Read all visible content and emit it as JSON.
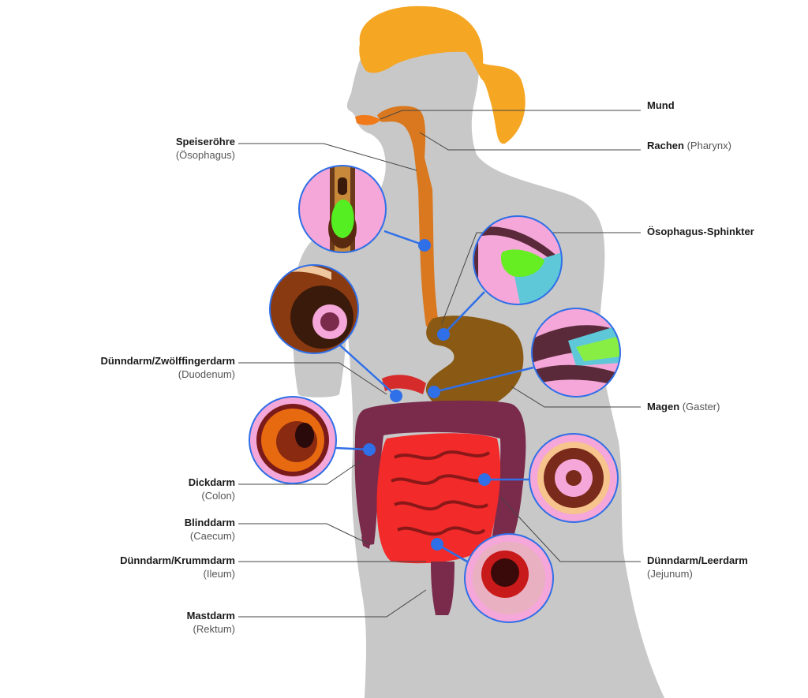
{
  "colors": {
    "body": "#c8c8c8",
    "hair": "#f5a623",
    "esophagus": "#d9781f",
    "stomach": "#8a5a14",
    "colon": "#7a2a4a",
    "small_intestine": "#f22a2a",
    "marker": "#2f6fe8",
    "leader": "#444444"
  },
  "labels": {
    "mund": {
      "main": "Mund",
      "sub": ""
    },
    "rachen": {
      "main": "Rachen",
      "sub": "(Pharynx)"
    },
    "sphinkter": {
      "main": "Ösophagus-Sphinkter",
      "sub": ""
    },
    "magen": {
      "main": "Magen",
      "sub": "(Gaster)"
    },
    "leerdarm": {
      "main": "Dünndarm/Leerdarm",
      "sub": "(Jejunum)"
    },
    "speiseroehre": {
      "main": "Speiseröhre",
      "sub": "(Ösophagus)"
    },
    "zwoelffinger": {
      "main": "Dünndarm/Zwölffingerdarm",
      "sub": "(Duodenum)"
    },
    "dickdarm": {
      "main": "Dickdarm",
      "sub": "(Colon)"
    },
    "blinddarm": {
      "main": "Blinddarm",
      "sub": "(Caecum)"
    },
    "krummdarm": {
      "main": "Dünndarm/Krummdarm",
      "sub": "(Ileum)"
    },
    "mastdarm": {
      "main": "Mastdarm",
      "sub": "(Rektum)"
    }
  }
}
